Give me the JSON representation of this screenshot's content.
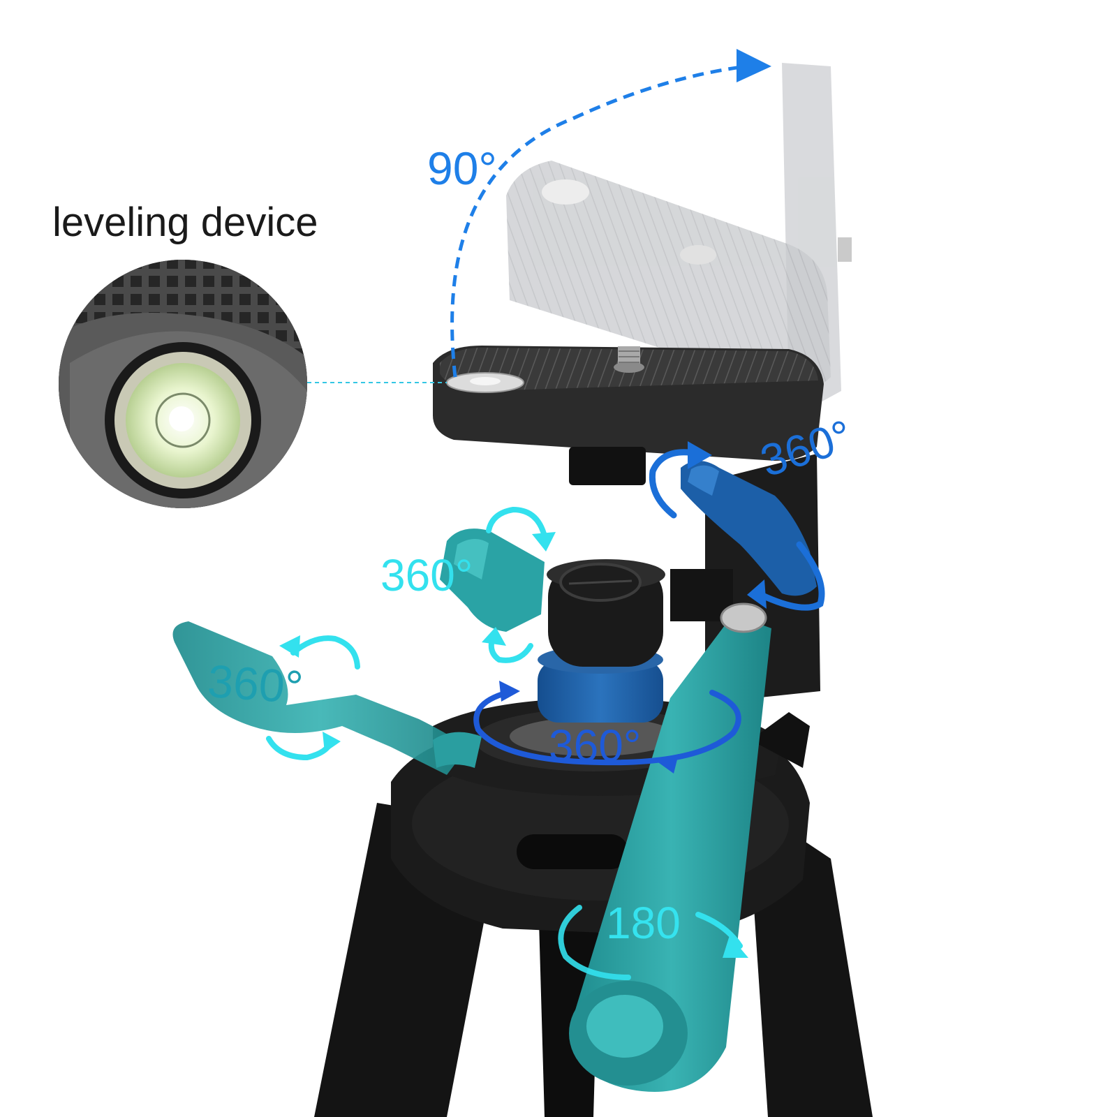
{
  "labels": {
    "title": "leveling device",
    "tilt_angle": "90°",
    "knob_rotation": "360°",
    "lock_rotation": "360°",
    "pan_handle_rotation": "360°",
    "base_rotation": "360°",
    "leg_rotation": "180"
  },
  "colors": {
    "tilt_arrow": "#1e7fe8",
    "knob_blue": "#1c5fa8",
    "teal": "#2aa3a5",
    "cyan_arrow": "#33e1ee",
    "body_black": "#161616",
    "ghost_plate": "#c4c6ca"
  }
}
